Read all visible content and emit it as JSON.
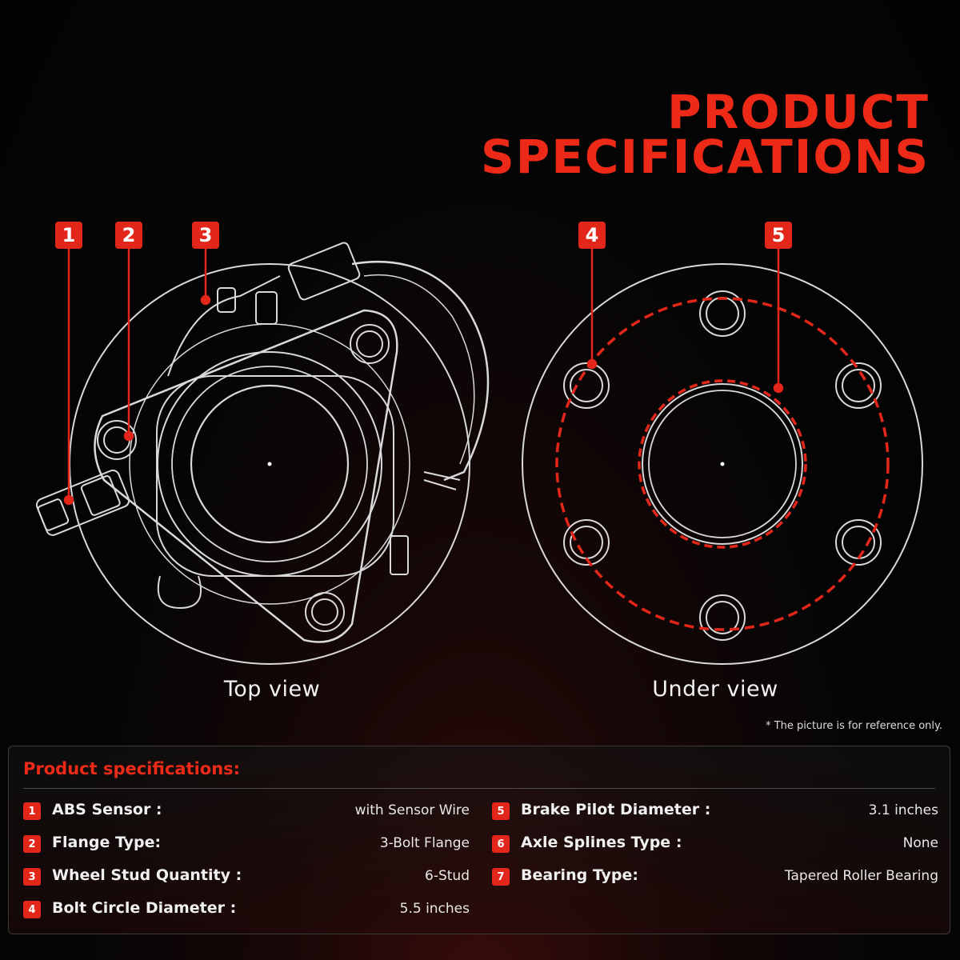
{
  "header": {
    "title_line1": "PRODUCT",
    "title_line2": "SPECIFICATIONS"
  },
  "colors": {
    "accent": "#e3261a",
    "background": "#050505",
    "line": "#d9d9d9"
  },
  "views": {
    "top_label": "Top view",
    "under_label": "Under view"
  },
  "callouts": [
    "1",
    "2",
    "3",
    "4",
    "5"
  ],
  "note": "* The picture is for reference only.",
  "specs": {
    "heading": "Product specifications:",
    "left": [
      {
        "num": "1",
        "label": "ABS Sensor :",
        "value": "with Sensor Wire"
      },
      {
        "num": "2",
        "label": "Flange Type:",
        "value": "3-Bolt Flange"
      },
      {
        "num": "3",
        "label": "Wheel Stud Quantity :",
        "value": "6-Stud"
      },
      {
        "num": "4",
        "label": "Bolt Circle Diameter :",
        "value": "5.5 inches"
      }
    ],
    "right": [
      {
        "num": "5",
        "label": "Brake Pilot Diameter :",
        "value": "3.1 inches"
      },
      {
        "num": "6",
        "label": "Axle Splines Type :",
        "value": "None"
      },
      {
        "num": "7",
        "label": "Bearing Type:",
        "value": "Tapered Roller Bearing"
      }
    ]
  }
}
